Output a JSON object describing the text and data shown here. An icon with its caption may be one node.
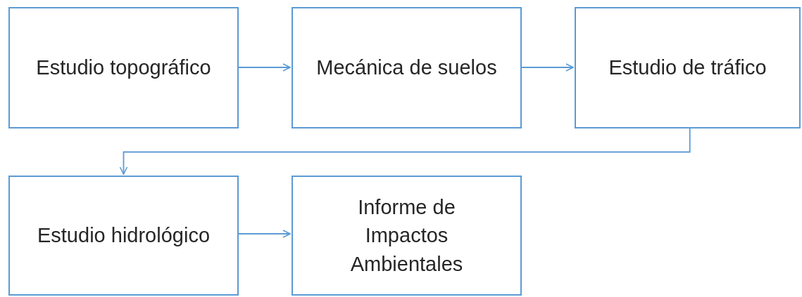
{
  "diagram": {
    "nodes": [
      {
        "text": [
          "Estudio topográfico"
        ]
      },
      {
        "text": [
          "Mecánica de suelos"
        ]
      },
      {
        "text": [
          "Estudio de tráfico"
        ]
      },
      {
        "text": [
          "Estudio hidrológico"
        ]
      },
      {
        "text": [
          "Informe de Impactos Ambientales"
        ]
      }
    ],
    "edges": [
      {
        "from": 0,
        "to": 1,
        "arrow": "to"
      },
      {
        "from": 1,
        "to": 2,
        "arrow": "to"
      },
      {
        "from": 2,
        "to": 3,
        "arrow": "to"
      },
      {
        "from": 3,
        "to": 4,
        "arrow": "to"
      }
    ]
  }
}
